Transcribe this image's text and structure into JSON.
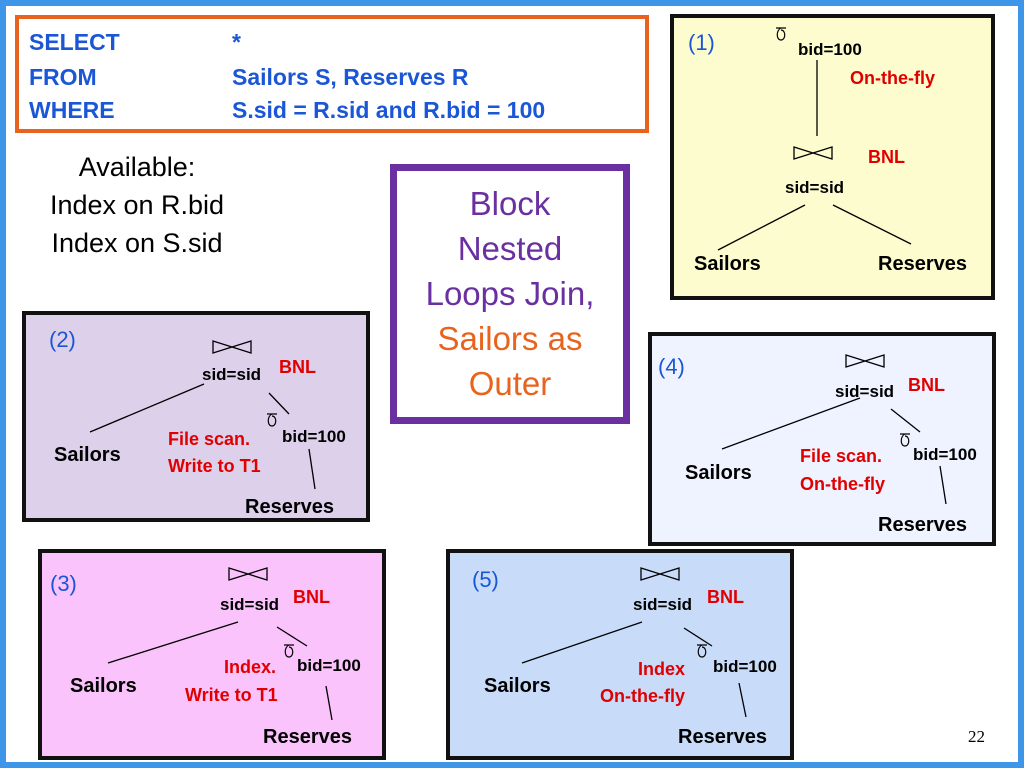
{
  "query": {
    "select_kw": "SELECT",
    "select_val": "*",
    "from_kw": "FROM",
    "from_val": "Sailors S, Reserves R",
    "where_kw": "WHERE",
    "where_val": "S.sid =  R.sid and R.bid = 100"
  },
  "available": {
    "line1": "Available:",
    "line2": "Index on R.bid",
    "line3": "Index on S.sid"
  },
  "title_box": {
    "line1": "Block",
    "line2": "Nested",
    "line3": "Loops Join,",
    "line4": "Sailors as",
    "line5": "Outer"
  },
  "plan1": {
    "num": "(1)",
    "sel": "bid=100",
    "sel_note": "On-the-fly",
    "join_alg": "BNL",
    "join_pred": "sid=sid",
    "left": "Sailors",
    "right": "Reserves"
  },
  "plan2": {
    "num": "(2)",
    "join_alg": "BNL",
    "join_pred": "sid=sid",
    "sel": "bid=100",
    "note1": "File scan.",
    "note2": "Write to T1",
    "left": "Sailors",
    "right": "Reserves"
  },
  "plan3": {
    "num": "(3)",
    "join_alg": "BNL",
    "join_pred": "sid=sid",
    "sel": "bid=100",
    "note1": "Index.",
    "note2": "Write to T1",
    "left": "Sailors",
    "right": "Reserves"
  },
  "plan4": {
    "num": "(4)",
    "join_alg": "BNL",
    "join_pred": "sid=sid",
    "sel": "bid=100",
    "note1": "File scan.",
    "note2": "On-the-fly",
    "left": "Sailors",
    "right": "Reserves"
  },
  "plan5": {
    "num": "(5)",
    "join_alg": "BNL",
    "join_pred": "sid=sid",
    "sel": "bid=100",
    "note1": "Index",
    "note2": "On-the-fly",
    "left": "Sailors",
    "right": "Reserves"
  },
  "page_number": "22",
  "colors": {
    "frame": "#3d96e8",
    "query_border": "#e8641e",
    "query_text": "#1a56d6",
    "title_border": "#6a2fa0",
    "title_purple": "#6a2fa0",
    "title_orange": "#e8641e",
    "plan1_bg": "#fdfccf",
    "plan2_bg": "#ddd0ea",
    "plan3_bg": "#fbc3fb",
    "plan4_bg": "#eef3ff",
    "plan5_bg": "#c8dcfa",
    "note_red": "#e00000"
  }
}
